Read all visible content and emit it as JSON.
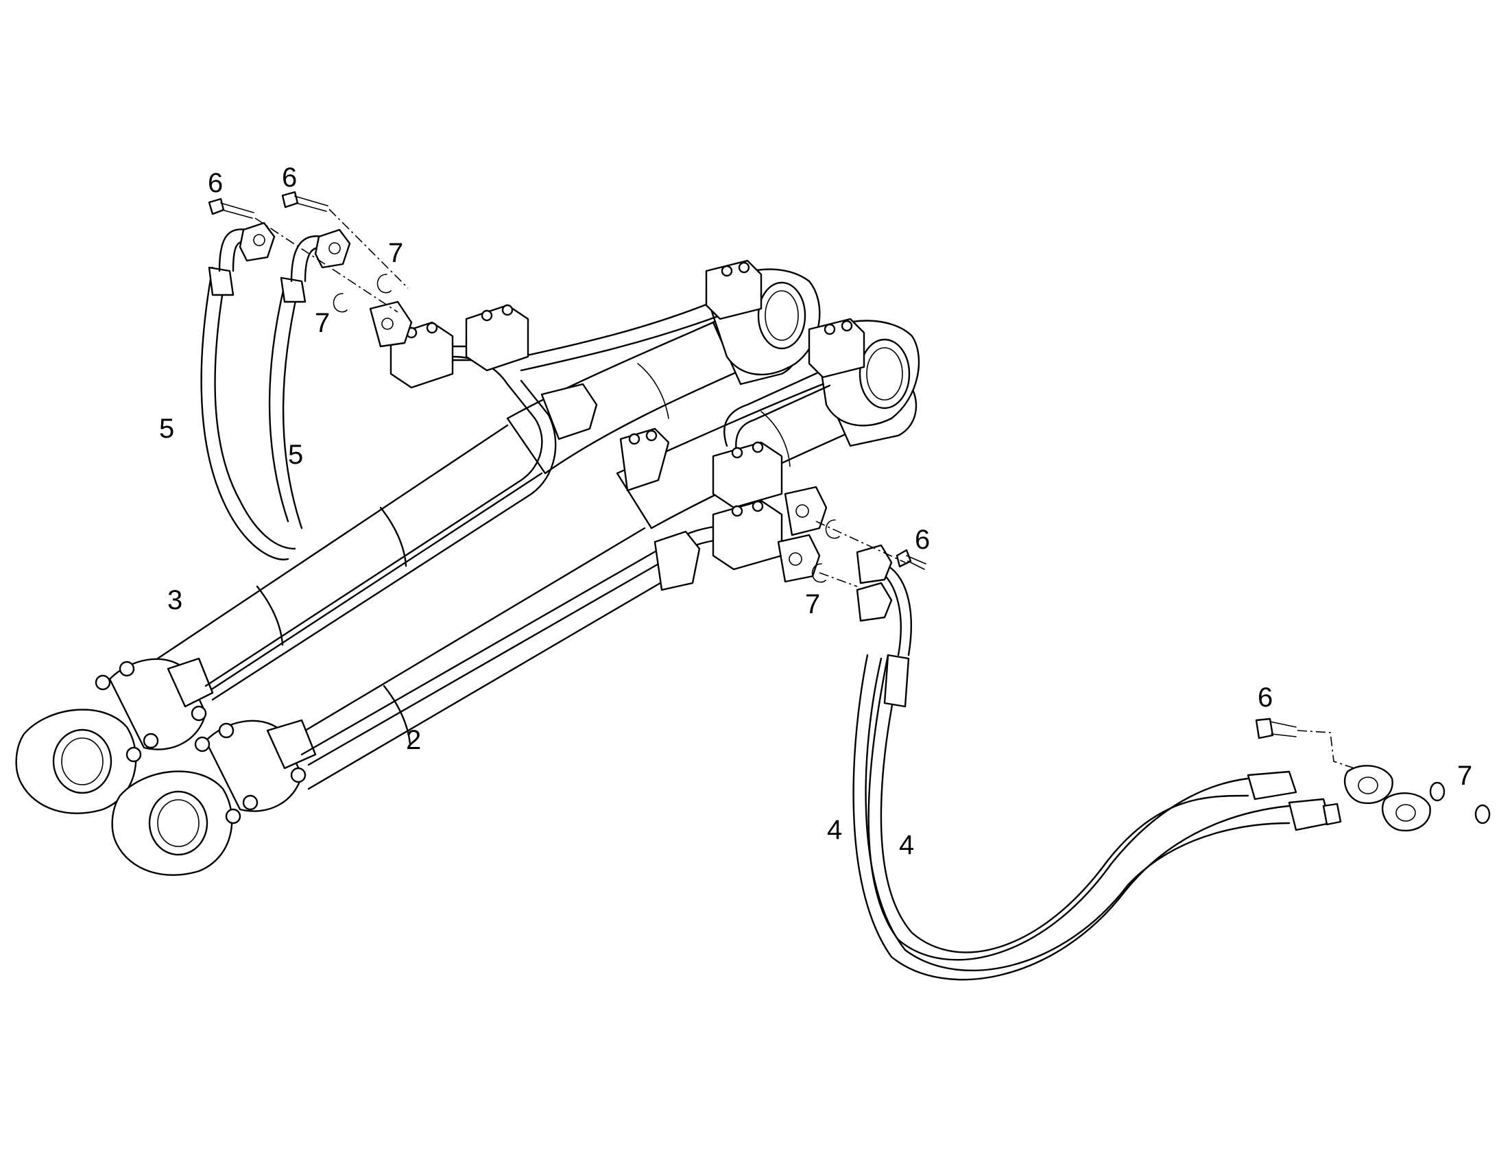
{
  "callouts": {
    "c6_a": "6",
    "c6_b": "6",
    "c7_a": "7",
    "c7_b": "7",
    "c5_a": "5",
    "c5_b": "5",
    "c3": "3",
    "c2": "2",
    "c6_c": "6",
    "c7_c": "7",
    "c4_a": "4",
    "c4_b": "4",
    "c6_d": "6",
    "c7_d": "7"
  }
}
